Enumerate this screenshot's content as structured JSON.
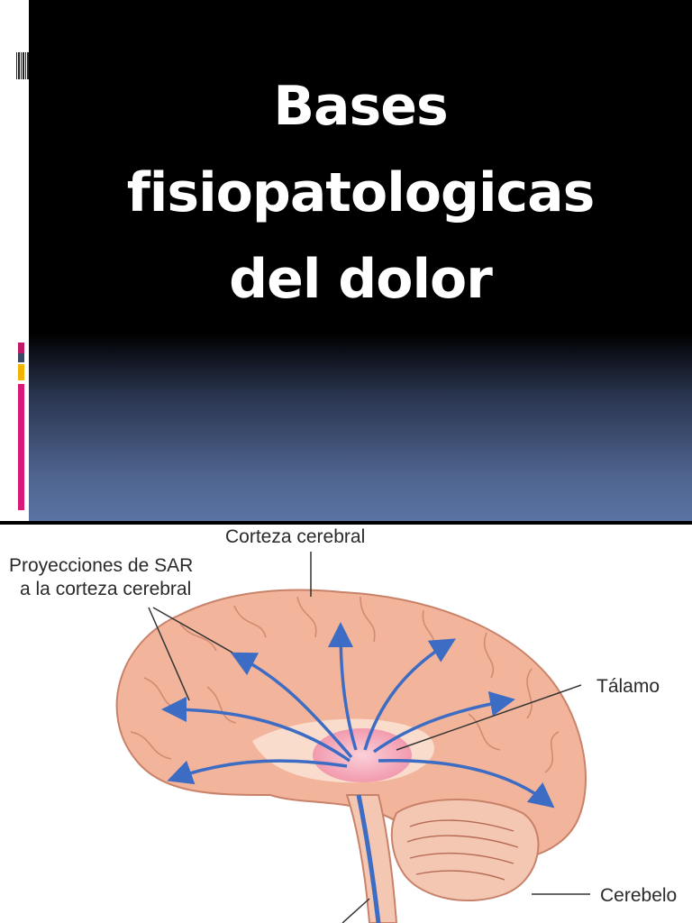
{
  "slide": {
    "title_lines": [
      "Bases",
      "fisiopatologicas",
      "del dolor"
    ]
  },
  "figure": {
    "labels": {
      "corteza": "Corteza cerebral",
      "proyecciones_1": "Proyecciones de SAR",
      "proyecciones_2": "a la corteza cerebral",
      "talamo": "Tálamo",
      "cerebelo": "Cerebelo"
    },
    "colors": {
      "brain": "#f2b49a",
      "brain_outline": "#c9826a",
      "thalamus": "#f7a8b8",
      "arrow": "#3d6cc4",
      "accent_pink": "#d81b7a",
      "accent_yellow": "#f2b400"
    }
  }
}
